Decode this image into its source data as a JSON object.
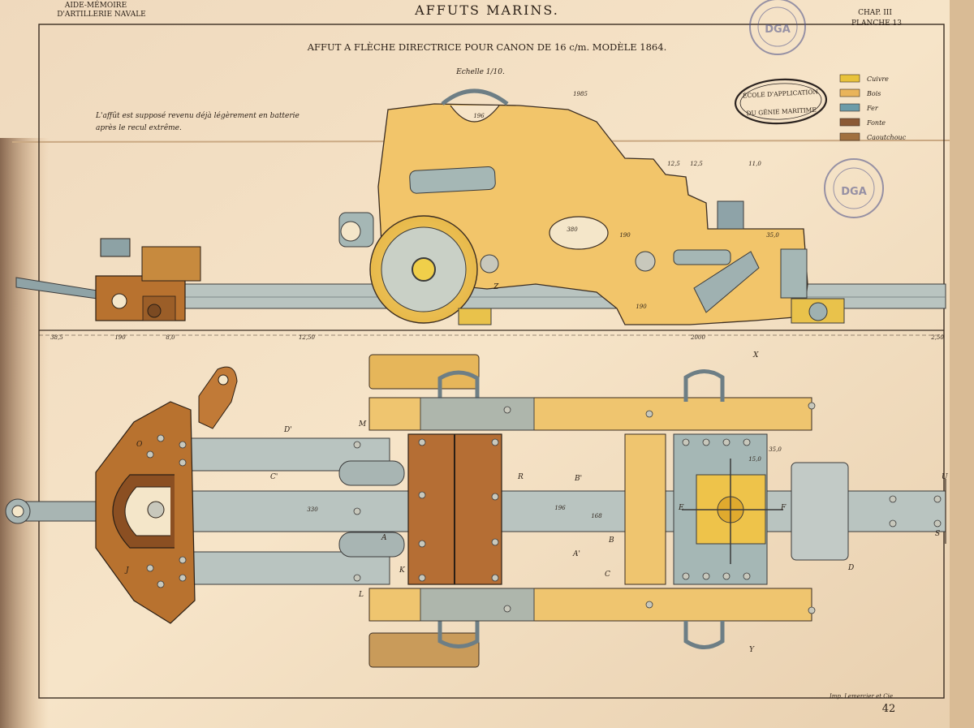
{
  "header": {
    "left_line1": "AIDE-MÉMOIRE",
    "left_line2": "D'ARTILLERIE NAVALE",
    "title": "AFFUTS MARINS.",
    "right_line1": "CHAP. III",
    "right_line2": "PLANCHE 13"
  },
  "subtitle": "AFFUT A FLÈCHE DIRECTRICE POUR CANON DE 16 c/m. MODÈLE 1864.",
  "scale_label": "Echelle 1/10.",
  "note_line1": "L'affût est supposé revenu déjà légèrement en batterie",
  "note_line2": "après le recul extrême.",
  "legend": {
    "items": [
      {
        "label": "Cuivre",
        "color": "#e8c23a"
      },
      {
        "label": "Bois",
        "color": "#e9b45a"
      },
      {
        "label": "Fer",
        "color": "#6d9ca8"
      },
      {
        "label": "Fonte",
        "color": "#8b5a36"
      },
      {
        "label": "Caoutchouc",
        "color": "#a0703f"
      }
    ]
  },
  "stamps": {
    "oval_line1": "ÉCOLE D'APPLICATION",
    "oval_line2": "DU GÉNIE MARITIME",
    "dga_text": "DGA"
  },
  "dimensions": {
    "top": [
      "196",
      "1985",
      "12,5",
      "12,5",
      "11,0"
    ],
    "side": [
      "190",
      "35,0",
      "380",
      "190"
    ],
    "bottom_axis": [
      "38,5",
      "190",
      "8,0",
      "12,50",
      "2000",
      "2,50"
    ],
    "plan": [
      "330",
      "196",
      "168",
      "35,0",
      "15,0"
    ]
  },
  "section_letters": [
    "M",
    "L",
    "K",
    "A",
    "B",
    "C",
    "A'",
    "B'",
    "C'",
    "D'",
    "D",
    "E",
    "F",
    "S",
    "U",
    "X",
    "Y",
    "Z",
    "R",
    "O",
    "J"
  ],
  "footer": {
    "printer": "Imp. Lemercier et Cie",
    "page_number": "42"
  }
}
